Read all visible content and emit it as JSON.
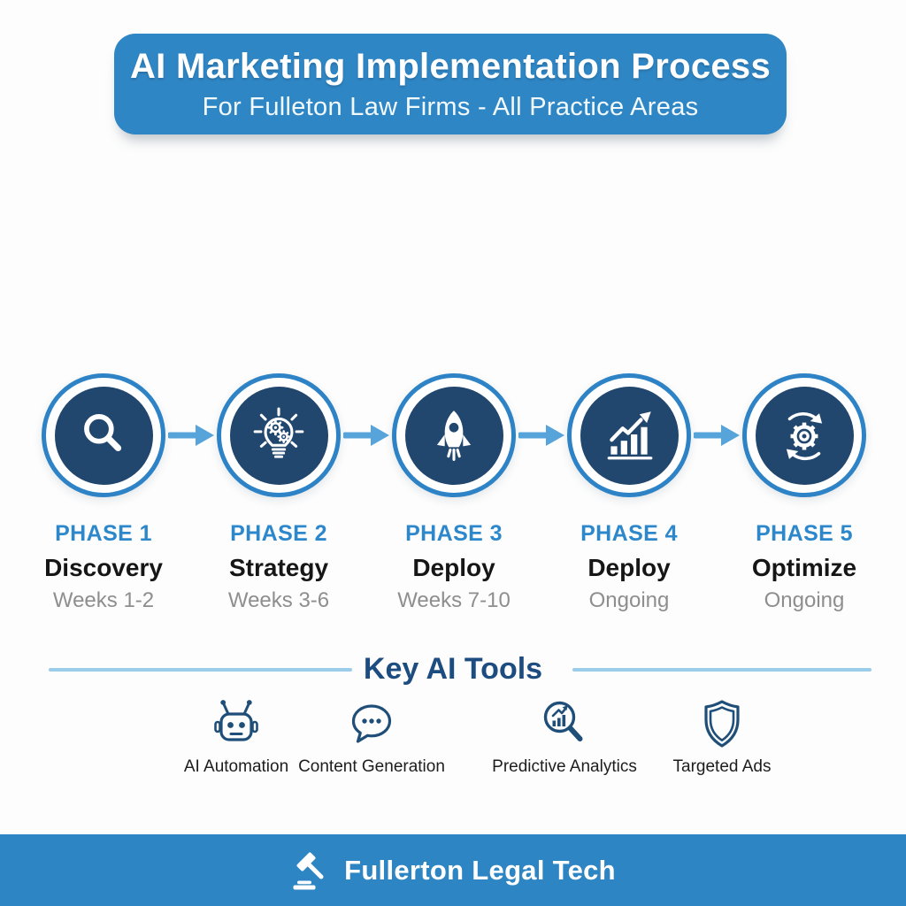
{
  "header": {
    "title": "AI Marketing Implementation Process",
    "subtitle": "For Fulleton Law Firms - All Practice Areas"
  },
  "phases": [
    {
      "phase": "PHASE 1",
      "name": "Discovery",
      "duration": "Weeks 1-2",
      "icon": "magnifier-icon"
    },
    {
      "phase": "PHASE 2",
      "name": "Strategy",
      "duration": "Weeks 3-6",
      "icon": "lightbulb-gears-icon"
    },
    {
      "phase": "PHASE 3",
      "name": "Deploy",
      "duration": "Weeks 7-10",
      "icon": "rocket-icon"
    },
    {
      "phase": "PHASE 4",
      "name": "Deploy",
      "duration": "Ongoing",
      "icon": "growth-chart-icon"
    },
    {
      "phase": "PHASE 5",
      "name": "Optimize",
      "duration": "Ongoing",
      "icon": "gear-sync-icon"
    }
  ],
  "tools": {
    "title": "Key AI Tools",
    "items": [
      {
        "label": "AI Automation",
        "icon": "robot-icon"
      },
      {
        "label": "Content Generation",
        "icon": "speech-bubble-icon"
      },
      {
        "label": "Predictive Analytics",
        "icon": "magnifier-chart-icon"
      },
      {
        "label": "Targeted Ads",
        "icon": "shield-icon"
      }
    ]
  },
  "footer": {
    "brand": "Fullerton Legal Tech",
    "icon": "gavel-icon"
  },
  "colors": {
    "banner_blue": "#2f86c4",
    "footer_blue": "#2e85c3",
    "circle_ring_blue": "#2d83c5",
    "circle_inner_navy": "#21476e",
    "arrow_blue": "#57a4da",
    "phase_kicker_blue": "#2c87cb",
    "phase_name_dark": "#161616",
    "duration_gray": "#8e8e8e",
    "tools_title_navy": "#1d4d80",
    "divider_light_blue": "#9bcdeb",
    "tool_icon_navy": "#1f4e79",
    "tool_label_dark": "#1d1d1d"
  }
}
